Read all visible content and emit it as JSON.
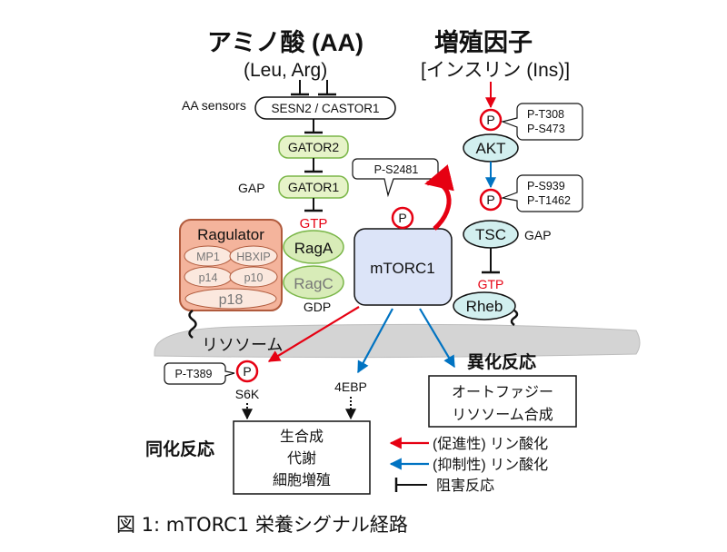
{
  "title_left": "アミノ酸 (AA)",
  "title_left_sub": "(Leu, Arg)",
  "title_right": "増殖因子",
  "title_right_sub": "[インスリン (Ins)]",
  "aa_sensors_label": "AA sensors",
  "sensors_box": "SESN2 / CASTOR1",
  "gator2": "GATOR2",
  "gap_left": "GAP",
  "gator1": "GATOR1",
  "gtp_left": "GTP",
  "raga": "RagA",
  "ragc": "RagC",
  "gdp": "GDP",
  "ragulator": {
    "title": "Ragulator",
    "components": [
      "MP1",
      "HBXIP",
      "p14",
      "p10",
      "p18"
    ]
  },
  "mtorc1": "mTORC1",
  "p_symbol": "P",
  "p_s2481": "P-S2481",
  "akt": "AKT",
  "akt_sites": [
    "P-T308",
    "P-S473"
  ],
  "tsc": "TSC",
  "tsc_sites": [
    "P-S939",
    "P-T1462"
  ],
  "gap_right": "GAP",
  "gtp_right": "GTP",
  "rheb": "Rheb",
  "lysosome": "リソソーム",
  "p_t389": "P-T389",
  "s6k": "S6K",
  "ebp": "4EBP",
  "catabolic_title": "異化反応",
  "catabolic_items": [
    "オートファジー",
    "リソソーム合成"
  ],
  "anabolic_title": "同化反応",
  "anabolic_items": [
    "生合成",
    "代謝",
    "細胞増殖"
  ],
  "legend": {
    "promote": "(促進性) リン酸化",
    "suppress": "(抑制性) リン酸化",
    "inhibit": "阻害反応"
  },
  "caption": "図 1: mTORC1 栄養シグナル経路",
  "colors": {
    "red": "#e60012",
    "blue": "#0073c2",
    "green_box": "#e6f3c8",
    "green_stroke": "#7ab648",
    "rag_green": "#d8ecb8",
    "ragulator_fill": "#f4b49c",
    "ragulator_stroke": "#b05a3c",
    "mtorc1_fill": "#dce4f8",
    "akt_fill": "#d2efef",
    "lysosome": "#d4d4d4"
  }
}
